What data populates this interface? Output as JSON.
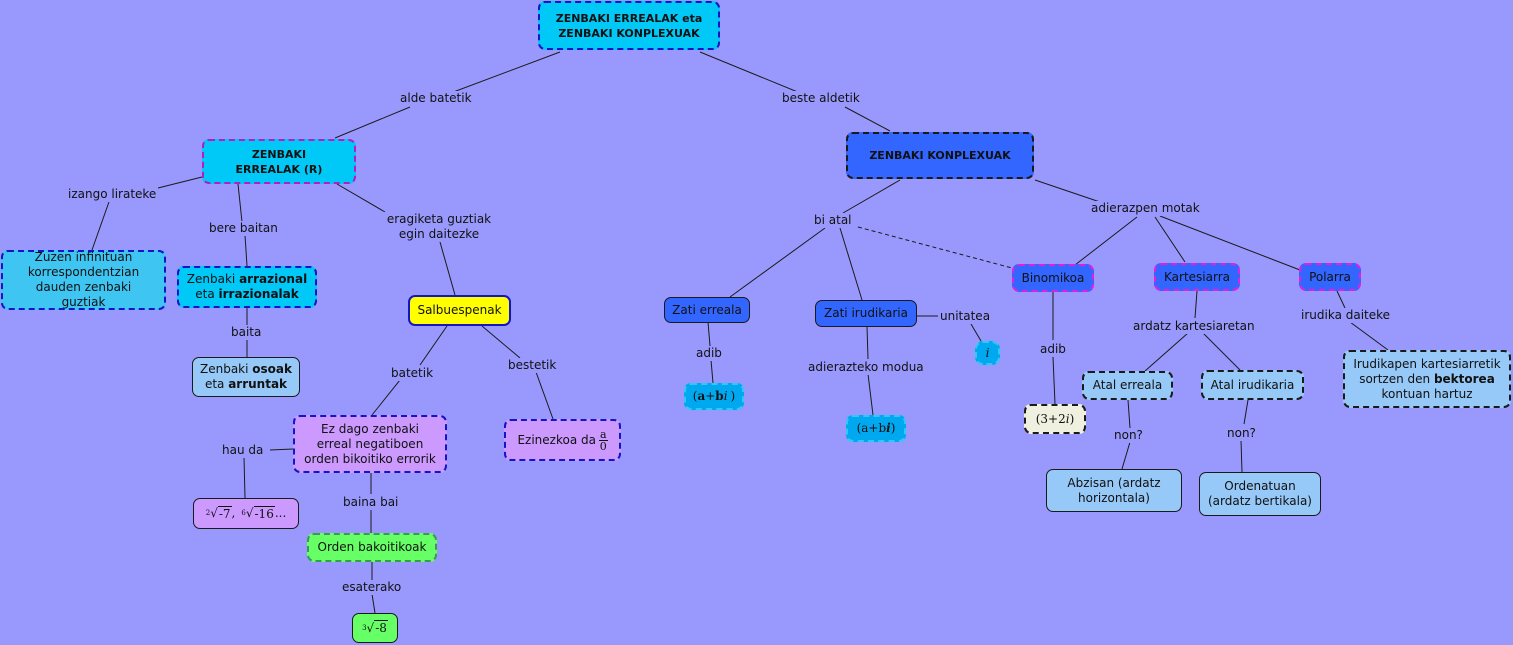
{
  "colors": {
    "background": "#9999fd",
    "cyan": "#00c8f7",
    "royal_blue": "#3366ff",
    "light_blue": "#96c8f8",
    "yellow": "#ffff00",
    "violet": "#cc99ff",
    "green": "#66ff66",
    "cream": "#f0f0e0"
  },
  "nodes": {
    "root": "ZENBAKI ERREALAK eta ZENBAKI KONPLEXUAK",
    "reals": "ZENBAKI ERREALAK (R)",
    "complex": "ZENBAKI KONPLEXUAK",
    "bijection": "Zuzen infinituan korrespondentzian dauden zenbaki guztiak",
    "rational_irrational": {
      "pre": "Zenbaki ",
      "b1": "arrazional",
      "mid": " eta ",
      "b2": "irrazionalak"
    },
    "integers_naturals": {
      "pre": "Zenbaki ",
      "b1": "osoak",
      "mid": " eta ",
      "b2": "arruntak"
    },
    "exceptions": "Salbuespenak",
    "no_even_roots": "Ez dago zenbaki erreal negatiboen orden bikoitiko errorik",
    "roots_example": {
      "i1": "2",
      "r1": "-7",
      "sep": ",",
      "i2": "6",
      "r2": "-16",
      "tail": "..."
    },
    "odd_orders": "Orden bakoitikoak",
    "odd_example": {
      "i1": "3",
      "r1": "-8"
    },
    "division_zero": {
      "text": "Ezinezkoa da",
      "num": "a",
      "den": "0"
    },
    "real_part": "Zati erreala",
    "real_example": {
      "open": "(",
      "a": "a",
      "plus": "+",
      "b": "b",
      "i": "i",
      "close": ")"
    },
    "imaginary_part": "Zati irudikaria",
    "imaginary_example": {
      "open": "(",
      "a": "a",
      "plus": "+",
      "b": "b",
      "i": "i",
      "close": ")"
    },
    "unit_i": "i",
    "binomial": "Binomikoa",
    "binomial_example": {
      "open": "(",
      "val": "3+2",
      "i": "i",
      "close": " )"
    },
    "cartesian": "Kartesiarra",
    "polar": "Polarra",
    "real_component": "Atal erreala",
    "imaginary_component": "Atal irudikaria",
    "abscissa": "Abzisan (ardatz horizontala)",
    "ordinate": "Ordenatuan (ardatz bertikala)",
    "vector": {
      "pre": "Irudikapen kartesiarretik sortzen den ",
      "b": "bektorea",
      "post": " kontuan hartuz"
    }
  },
  "links": {
    "one_side": "alde batetik",
    "other_side": "beste aldetik",
    "would_be": "izango lirateke",
    "within": "bere baitan",
    "but": "baita",
    "all_operations": "eragiketa guztiak egin daitezke",
    "first": "batetik",
    "second": "bestetik",
    "that_is": "hau da",
    "but_yes": "baina bai",
    "for_example": "esaterako",
    "two_parts": "bi atal",
    "representation_types": "adierazpen motak",
    "ex_real": "adib",
    "notation": "adierazteko modua",
    "unit": "unitatea",
    "ex_binomial": "adib",
    "cartesian_axes": "ardatz kartesiaretan",
    "can_draw": "irudika daiteke",
    "where_real": "non?",
    "where_imag": "non?"
  }
}
